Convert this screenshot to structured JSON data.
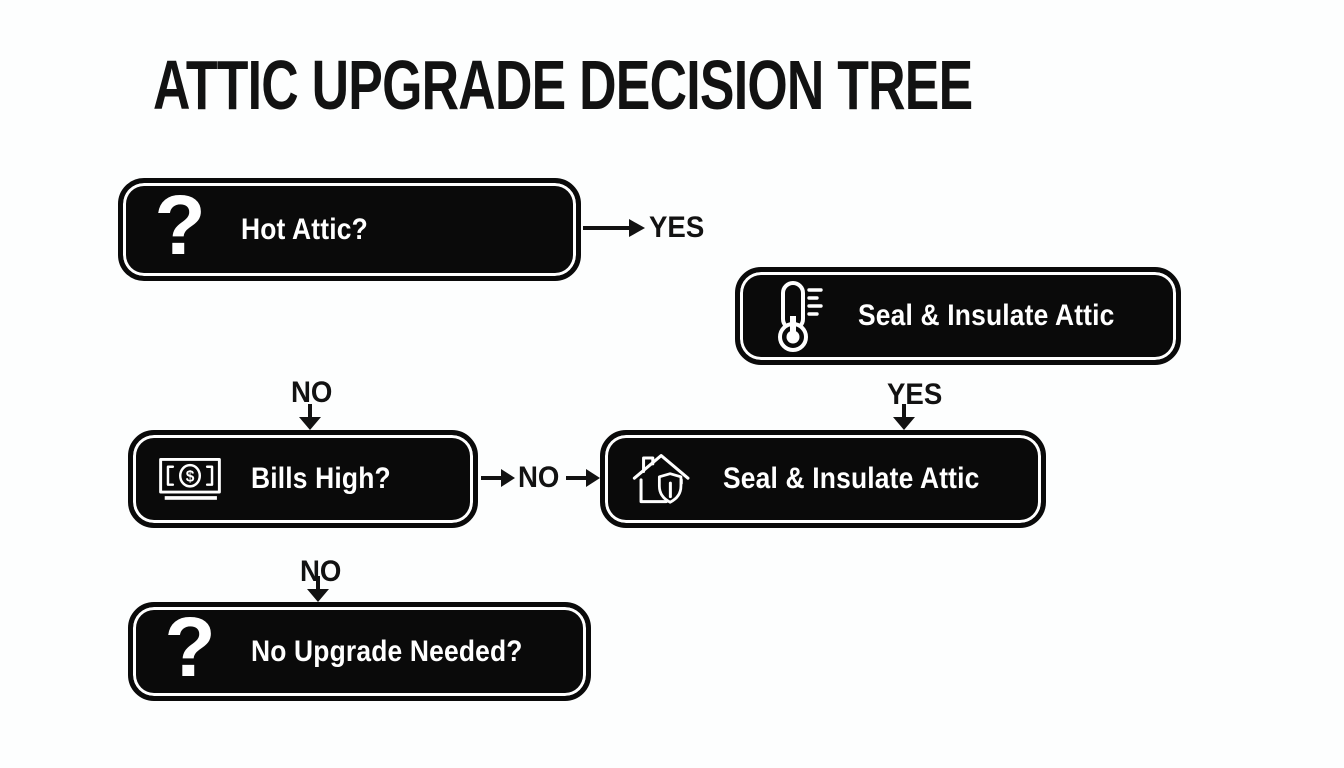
{
  "title": "ATTIC UPGRADE DECISION TREE",
  "nodes": [
    {
      "id": "hot-attic",
      "label": "Hot Attic?",
      "icon": "question-mark-icon"
    },
    {
      "id": "seal-insulate-top",
      "label": "Seal & Insulate Attic",
      "icon": "thermometer-icon"
    },
    {
      "id": "bills-high",
      "label": "Bills High?",
      "icon": "money-bill-icon"
    },
    {
      "id": "seal-insulate-mid",
      "label": "Seal & Insulate Attic",
      "icon": "house-shield-icon"
    },
    {
      "id": "no-upgrade",
      "label": "No Upgrade Needed?",
      "icon": "question-mark-icon"
    }
  ],
  "edge_labels": {
    "hot_attic_yes": "YES",
    "hot_attic_no": "NO",
    "bills_high_no_right": "NO",
    "seal_top_yes": "YES",
    "bills_high_no_down": "NO"
  },
  "icons": {
    "question_mark_glyph": "?",
    "dollar_glyph": "$"
  },
  "colors": {
    "bg": "#fdfefe",
    "node": "#0a0a0a",
    "nodetext": "#ffffff",
    "label": "#121212"
  }
}
